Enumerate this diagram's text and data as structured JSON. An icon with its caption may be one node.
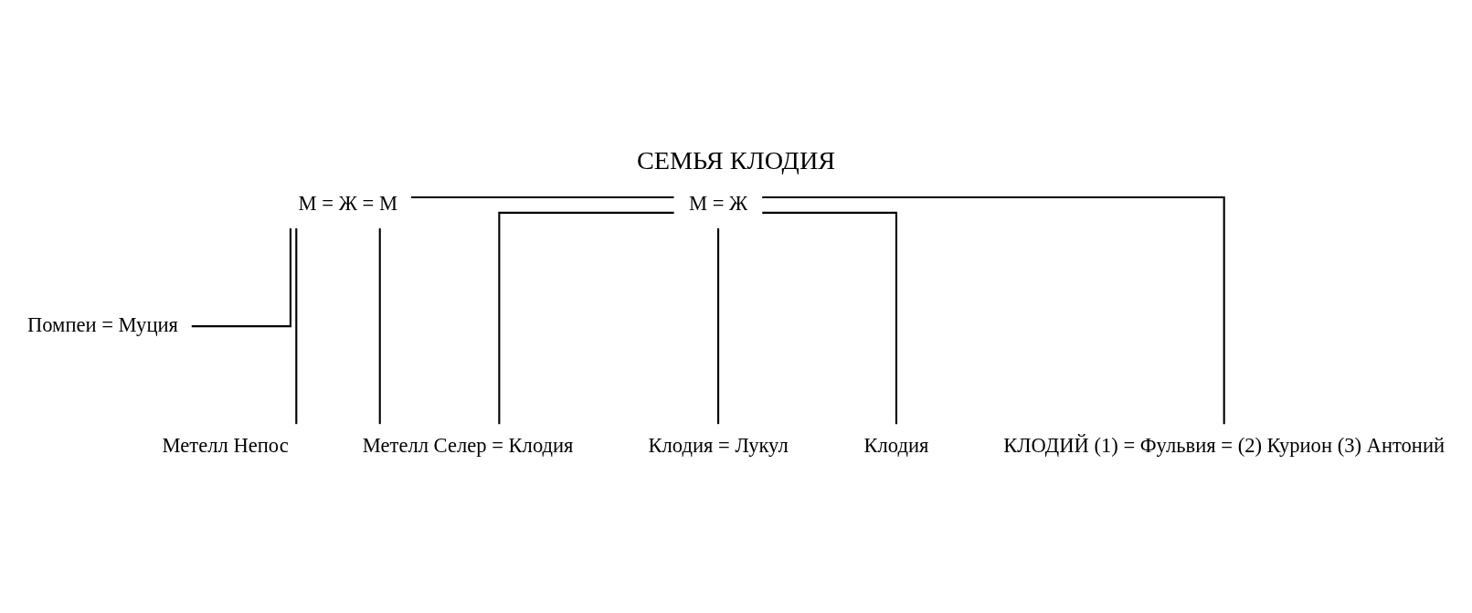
{
  "diagram": {
    "title": "СЕМЬЯ КЛОДИЯ",
    "nodes": [
      {
        "text": [
          "М = Ж = М"
        ]
      },
      {
        "text": [
          "М = Ж"
        ]
      },
      {
        "text": [
          "Помпеи = Муция"
        ]
      },
      {
        "text": [
          "Метелл Непос"
        ]
      },
      {
        "text": [
          "Метелл Селер = Клодия"
        ]
      },
      {
        "text": [
          "Клодия = Лукул"
        ]
      },
      {
        "text": [
          "Клодия"
        ]
      },
      {
        "text": [
          "КЛОДИЙ (1) = Фульвия = (2) Курион (3) Антоний"
        ]
      }
    ],
    "edges": [
      {
        "from": 0,
        "to": 1,
        "arrow": "none"
      },
      {
        "from": 0,
        "to": 2,
        "arrow": "none"
      },
      {
        "from": 0,
        "to": 3,
        "arrow": "none"
      },
      {
        "from": 0,
        "to": 4,
        "arrow": "none"
      },
      {
        "from": 1,
        "to": 4,
        "arrow": "none"
      },
      {
        "from": 1,
        "to": 5,
        "arrow": "none"
      },
      {
        "from": 1,
        "to": 6,
        "arrow": "none"
      },
      {
        "from": 1,
        "to": 7,
        "arrow": "none"
      }
    ]
  }
}
